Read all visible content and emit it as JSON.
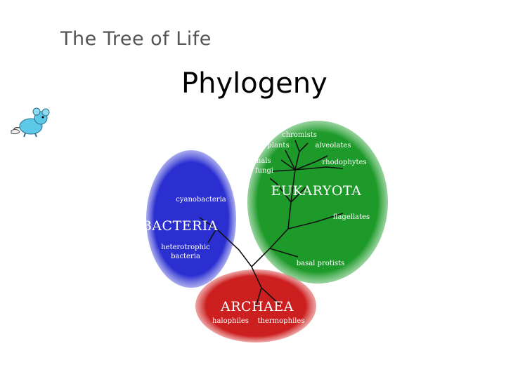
{
  "slide": {
    "title": "The Tree of Life",
    "heading": "Phylogeny"
  },
  "decoration": {
    "icon": "cartoon-mouse-icon"
  },
  "diagram": {
    "colors": {
      "bacteria": "#2b2fd0",
      "eukaryota": "#1e9a2a",
      "archaea": "#cc1f1f",
      "branches": "#111111",
      "labels": "#ffffff"
    },
    "domains": [
      {
        "key": "bacteria",
        "name": "BACTERIA",
        "groups": [
          "cyanobacteria",
          "heterotrophic",
          "bacteria"
        ]
      },
      {
        "key": "eukaryota",
        "name": "EUKARYOTA",
        "groups": [
          "chromists",
          "plants",
          "alveolates",
          "animals",
          "rhodophytes",
          "fungi",
          "flagellates",
          "basal protists"
        ]
      },
      {
        "key": "archaea",
        "name": "ARCHAEA",
        "groups": [
          "halophiles",
          "thermophiles"
        ]
      }
    ]
  }
}
